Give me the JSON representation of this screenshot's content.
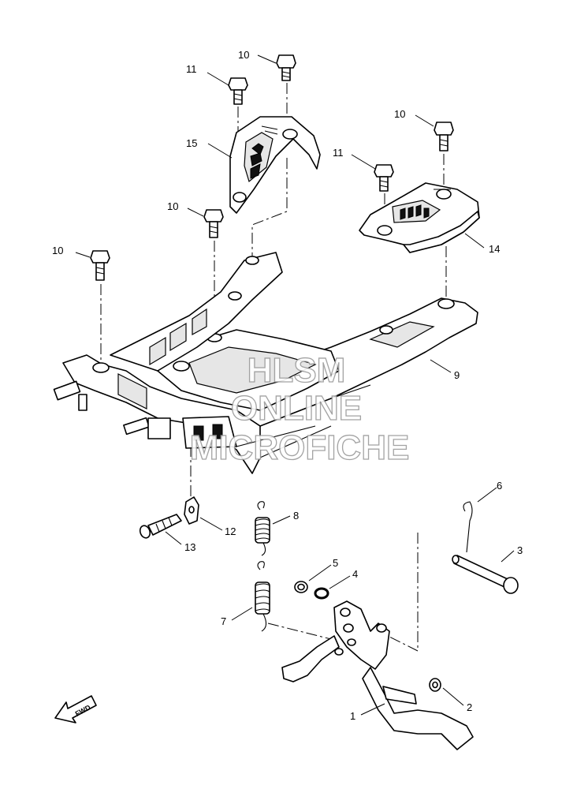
{
  "callouts": [
    {
      "id": "c10a",
      "text": "10"
    },
    {
      "id": "c11a",
      "text": "11"
    },
    {
      "id": "c15",
      "text": "15"
    },
    {
      "id": "c10b",
      "text": "10"
    },
    {
      "id": "c11b",
      "text": "11"
    },
    {
      "id": "c14",
      "text": "14"
    },
    {
      "id": "c10c",
      "text": "10"
    },
    {
      "id": "c10d",
      "text": "10"
    },
    {
      "id": "c9",
      "text": "9"
    },
    {
      "id": "c6",
      "text": "6"
    },
    {
      "id": "c8",
      "text": "8"
    },
    {
      "id": "c3",
      "text": "3"
    },
    {
      "id": "c12",
      "text": "12"
    },
    {
      "id": "c5",
      "text": "5"
    },
    {
      "id": "c4",
      "text": "4"
    },
    {
      "id": "c13",
      "text": "13"
    },
    {
      "id": "c7",
      "text": "7"
    },
    {
      "id": "c2",
      "text": "2"
    },
    {
      "id": "c1",
      "text": "1"
    }
  ],
  "direction_marker": {
    "text": "FWD"
  },
  "watermark": {
    "line1": "HLSM",
    "line2": "ONLINE",
    "line3": "MICROFICHE"
  }
}
